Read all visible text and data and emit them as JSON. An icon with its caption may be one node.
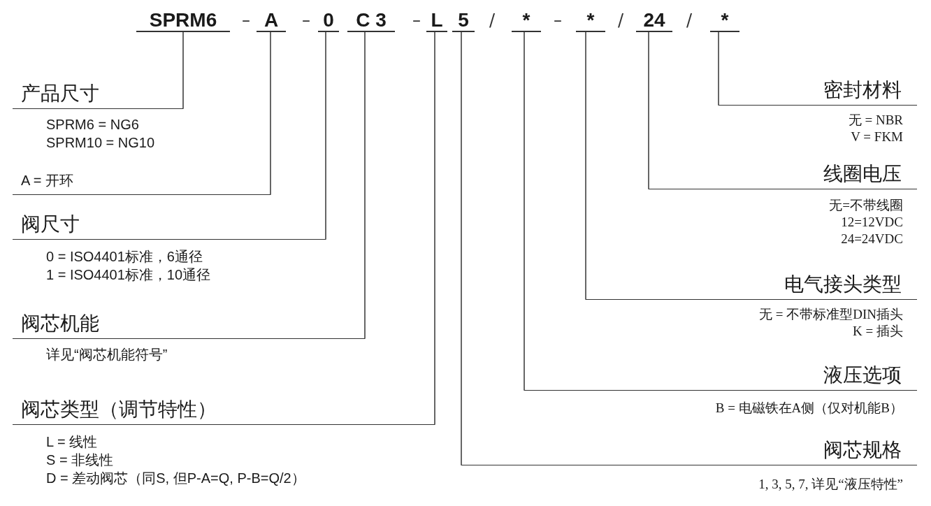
{
  "diagram": {
    "nodes": [
      {
        "text": [
          "SPRM6"
        ]
      },
      {
        "text": [
          "A"
        ]
      },
      {
        "text": [
          "0"
        ]
      },
      {
        "text": [
          "C 3"
        ]
      },
      {
        "text": [
          "L"
        ]
      },
      {
        "text": [
          "5"
        ]
      },
      {
        "text": [
          "*"
        ]
      },
      {
        "text": [
          "*"
        ]
      },
      {
        "text": [
          "24"
        ]
      },
      {
        "text": [
          "*"
        ]
      },
      {
        "text": [
          "产品尺寸",
          "SPRM6 = NG6",
          "SPRM10 = NG10"
        ]
      },
      {
        "text": [
          "A = 开环"
        ]
      },
      {
        "text": [
          "阀尺寸",
          "0 = ISO4401标准，6通径",
          "1 = ISO4401标准，10通径"
        ]
      },
      {
        "text": [
          "阀芯机能",
          "详见“阀芯机能符号”"
        ]
      },
      {
        "text": [
          "阀芯类型（调节特性）",
          "L = 线性",
          "S = 非线性",
          "D = 差动阀芯（同S, 但P-A=Q, P-B=Q/2）"
        ]
      },
      {
        "text": [
          "密封材料",
          "无 = NBR",
          "V = FKM"
        ]
      },
      {
        "text": [
          "线圈电压",
          "无=不带线圈",
          "12=12VDC",
          "24=24VDC"
        ]
      },
      {
        "text": [
          "电气接头类型",
          "无 = 不带标准型DIN插头",
          "K = 插头"
        ]
      },
      {
        "text": [
          "液压选项",
          "B = 电磁铁在A侧（仅对机能B）"
        ]
      },
      {
        "text": [
          "阀芯规格",
          "1, 3, 5, 7, 详见“液压特性”"
        ]
      }
    ],
    "edges": [
      {
        "from": 0,
        "to": 10,
        "arrow": "none"
      },
      {
        "from": 1,
        "to": 11,
        "arrow": "none"
      },
      {
        "from": 2,
        "to": 12,
        "arrow": "none"
      },
      {
        "from": 3,
        "to": 13,
        "arrow": "none"
      },
      {
        "from": 4,
        "to": 14,
        "arrow": "none"
      },
      {
        "from": 9,
        "to": 15,
        "arrow": "none"
      },
      {
        "from": 8,
        "to": 16,
        "arrow": "none"
      },
      {
        "from": 7,
        "to": 17,
        "arrow": "none"
      },
      {
        "from": 6,
        "to": 18,
        "arrow": "none"
      },
      {
        "from": 5,
        "to": 19,
        "arrow": "none"
      }
    ],
    "labels": [
      "–",
      "–",
      "–",
      "/",
      "–",
      "/",
      "/"
    ]
  }
}
